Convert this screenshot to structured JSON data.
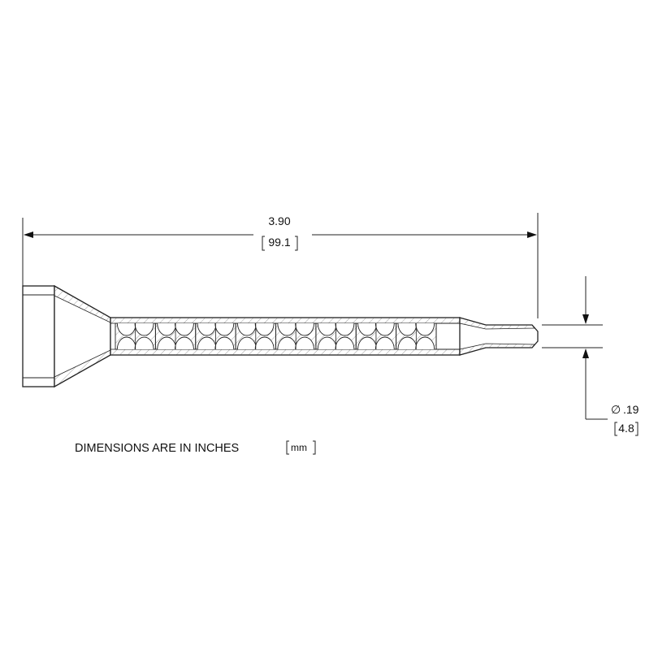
{
  "length_dimension": {
    "inches": "3.90",
    "mm": "99.1"
  },
  "diameter_dimension": {
    "symbol": "∅",
    "inches": ".19",
    "mm": "4.8"
  },
  "units_note": {
    "text": "DIMENSIONS ARE IN INCHES",
    "unit": "mm"
  },
  "mixer_element_count": 8,
  "colors": {
    "line": "#222222",
    "hatch": "#555555",
    "background": "#ffffff"
  }
}
